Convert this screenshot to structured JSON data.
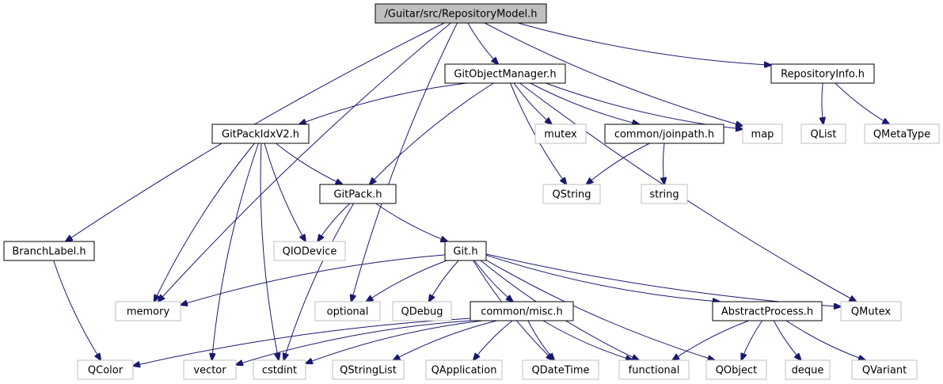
{
  "graph": {
    "nodes": [
      {
        "id": "root",
        "label": "/Guitar/src/RepositoryModel.h",
        "kind": "root",
        "interactable": false
      },
      {
        "id": "gitobjectmanager",
        "label": "GitObjectManager.h",
        "kind": "file",
        "interactable": true
      },
      {
        "id": "repositoryinfo",
        "label": "RepositoryInfo.h",
        "kind": "file",
        "interactable": true
      },
      {
        "id": "gitpackidxv2",
        "label": "GitPackIdxV2.h",
        "kind": "file",
        "interactable": true
      },
      {
        "id": "mutex",
        "label": "mutex",
        "kind": "external",
        "interactable": false
      },
      {
        "id": "joinpath",
        "label": "common/joinpath.h",
        "kind": "file",
        "interactable": true
      },
      {
        "id": "map",
        "label": "map",
        "kind": "external",
        "interactable": false
      },
      {
        "id": "qlist",
        "label": "QList",
        "kind": "external",
        "interactable": false
      },
      {
        "id": "qmetatype",
        "label": "QMetaType",
        "kind": "external",
        "interactable": false
      },
      {
        "id": "gitpack",
        "label": "GitPack.h",
        "kind": "file",
        "interactable": true
      },
      {
        "id": "qstring",
        "label": "QString",
        "kind": "external",
        "interactable": false
      },
      {
        "id": "string",
        "label": "string",
        "kind": "external",
        "interactable": false
      },
      {
        "id": "branchlabel",
        "label": "BranchLabel.h",
        "kind": "file",
        "interactable": true
      },
      {
        "id": "qiodevice",
        "label": "QIODevice",
        "kind": "external",
        "interactable": false
      },
      {
        "id": "git",
        "label": "Git.h",
        "kind": "file",
        "interactable": true
      },
      {
        "id": "memory",
        "label": "memory",
        "kind": "external",
        "interactable": false
      },
      {
        "id": "optional",
        "label": "optional",
        "kind": "external",
        "interactable": false
      },
      {
        "id": "qdebug",
        "label": "QDebug",
        "kind": "external",
        "interactable": false
      },
      {
        "id": "misc",
        "label": "common/misc.h",
        "kind": "file",
        "interactable": true
      },
      {
        "id": "abstractprocess",
        "label": "AbstractProcess.h",
        "kind": "file",
        "interactable": true
      },
      {
        "id": "qmutex",
        "label": "QMutex",
        "kind": "external",
        "interactable": false
      },
      {
        "id": "qcolor",
        "label": "QColor",
        "kind": "external",
        "interactable": false
      },
      {
        "id": "vector",
        "label": "vector",
        "kind": "external",
        "interactable": false
      },
      {
        "id": "cstdint",
        "label": "cstdint",
        "kind": "external",
        "interactable": false
      },
      {
        "id": "qstringlist",
        "label": "QStringList",
        "kind": "external",
        "interactable": false
      },
      {
        "id": "qapplication",
        "label": "QApplication",
        "kind": "external",
        "interactable": false
      },
      {
        "id": "qdatetime",
        "label": "QDateTime",
        "kind": "external",
        "interactable": false
      },
      {
        "id": "functional",
        "label": "functional",
        "kind": "external",
        "interactable": false
      },
      {
        "id": "qobject",
        "label": "QObject",
        "kind": "external",
        "interactable": false
      },
      {
        "id": "deque",
        "label": "deque",
        "kind": "external",
        "interactable": false
      },
      {
        "id": "qvariant",
        "label": "QVariant",
        "kind": "external",
        "interactable": false
      }
    ],
    "edges": [
      [
        "root",
        "branchlabel"
      ],
      [
        "root",
        "memory"
      ],
      [
        "root",
        "optional"
      ],
      [
        "root",
        "gitobjectmanager"
      ],
      [
        "root",
        "map"
      ],
      [
        "root",
        "repositoryinfo"
      ],
      [
        "gitobjectmanager",
        "gitpackidxv2"
      ],
      [
        "gitobjectmanager",
        "gitpack"
      ],
      [
        "gitobjectmanager",
        "mutex"
      ],
      [
        "gitobjectmanager",
        "joinpath"
      ],
      [
        "gitobjectmanager",
        "map"
      ],
      [
        "gitobjectmanager",
        "qstring"
      ],
      [
        "gitobjectmanager",
        "qmutex"
      ],
      [
        "repositoryinfo",
        "qlist"
      ],
      [
        "repositoryinfo",
        "qmetatype"
      ],
      [
        "gitpackidxv2",
        "gitpack"
      ],
      [
        "gitpackidxv2",
        "qiodevice"
      ],
      [
        "gitpackidxv2",
        "memory"
      ],
      [
        "gitpackidxv2",
        "vector"
      ],
      [
        "gitpackidxv2",
        "cstdint"
      ],
      [
        "joinpath",
        "qstring"
      ],
      [
        "joinpath",
        "string"
      ],
      [
        "gitpack",
        "qiodevice"
      ],
      [
        "gitpack",
        "git"
      ],
      [
        "gitpack",
        "cstdint"
      ],
      [
        "branchlabel",
        "qcolor"
      ],
      [
        "git",
        "memory"
      ],
      [
        "git",
        "optional"
      ],
      [
        "git",
        "qdebug"
      ],
      [
        "git",
        "misc"
      ],
      [
        "git",
        "abstractprocess"
      ],
      [
        "git",
        "qmutex"
      ],
      [
        "git",
        "qdatetime"
      ],
      [
        "git",
        "functional"
      ],
      [
        "git",
        "qobject"
      ],
      [
        "misc",
        "qcolor"
      ],
      [
        "misc",
        "vector"
      ],
      [
        "misc",
        "cstdint"
      ],
      [
        "misc",
        "qstringlist"
      ],
      [
        "misc",
        "qapplication"
      ],
      [
        "misc",
        "qdatetime"
      ],
      [
        "misc",
        "functional"
      ],
      [
        "abstractprocess",
        "functional"
      ],
      [
        "abstractprocess",
        "qobject"
      ],
      [
        "abstractprocess",
        "deque"
      ],
      [
        "abstractprocess",
        "qvariant"
      ]
    ]
  }
}
